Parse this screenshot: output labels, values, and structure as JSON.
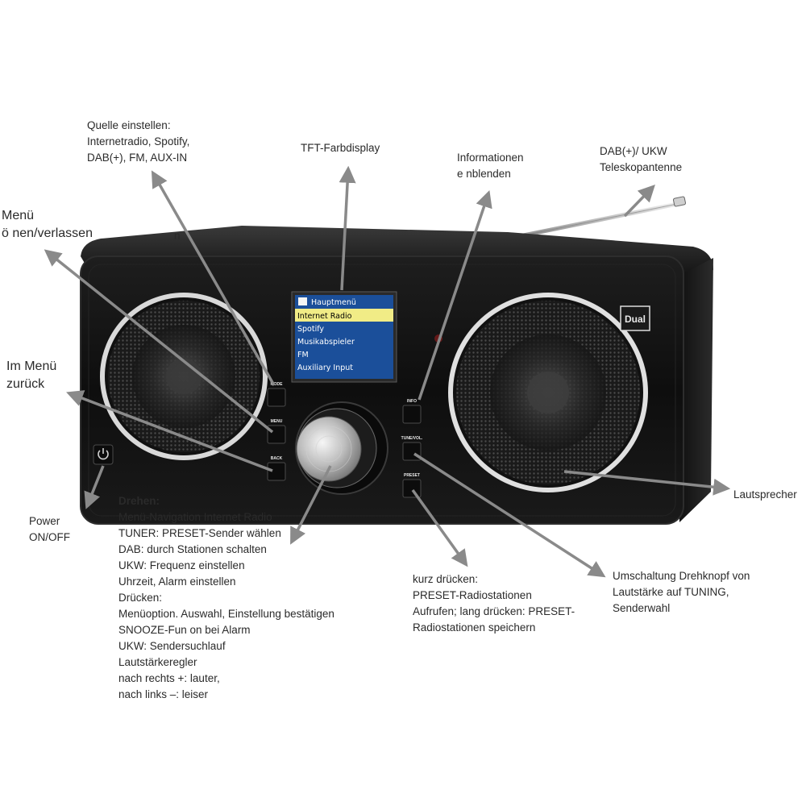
{
  "brand": "Dual",
  "colors": {
    "cabinet": "#141414",
    "screen_bg": "#1b4f9a",
    "screen_highlight": "#f1ec86",
    "arrow": "#8a8a8a"
  },
  "screen": {
    "title": "Hauptmenü",
    "items": [
      "Internet Radio",
      "Spotify",
      "Musikabspieler",
      "FM",
      "Auxiliary Input"
    ],
    "selected_index": 0
  },
  "buttons": {
    "mode": "MODE",
    "menu": "MENU",
    "back": "BACK",
    "info": "INFO",
    "tune": "TUNE/VOL.",
    "preset": "PRESET"
  },
  "icons": {
    "power": "power-icon",
    "menu_list": "list-icon"
  },
  "annotations": {
    "source": [
      "Quelle einstellen:",
      "Internetradio,  Spotify,",
      "DAB(+), FM,  AUX-IN"
    ],
    "display": [
      "TFT-Farbdisplay"
    ],
    "info": [
      "Informationen",
      "e nblenden"
    ],
    "antenna": [
      "DAB(+)/ UKW",
      "Teleskopantenne"
    ],
    "menu": [
      "Menü",
      "ö    nen/verlassen"
    ],
    "menu_stray": "n",
    "back": [
      "Im Menü",
      "zurück"
    ],
    "power": [
      "Power",
      "ON/OFF"
    ],
    "speaker": [
      "Lautsprecher"
    ],
    "knob": [
      "Drehen:",
      "Menü-Navigation Internet Radio",
      "TUNER: PRESET-Sender wählen",
      "DAB: durch Stationen schalten",
      "UKW: Frequenz einstellen",
      "Uhrzeit, Alarm einstellen",
      "Drücken:",
      "Menüoption. Auswahl, Einstellung bestätigen",
      "SNOOZE-Fun       on bei Alarm",
      "UKW: Sendersuchlauf",
      "Lautstärkeregler",
      "nach rechts +: lauter,",
      "nach links –: leiser"
    ],
    "preset": [
      "kurz drücken:",
      "PRESET-Radiostationen",
      "Aufrufen;  lang drücken:  PRESET-",
      "Radiostationen speichern"
    ],
    "tune": [
      "Umschaltung Drehknopf von",
      "Lautstärke auf TUNING,",
      "Senderwahl"
    ]
  }
}
